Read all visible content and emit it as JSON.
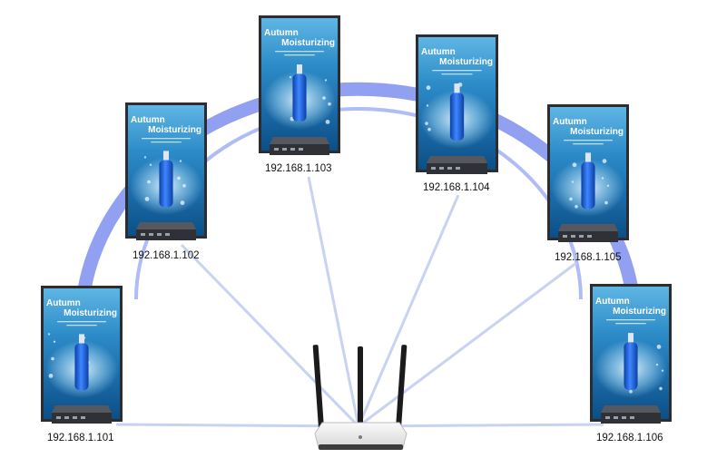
{
  "colors": {
    "arc": "#7f8ff0",
    "link": "#c9d2f2",
    "screen_top": "#1f79b8",
    "screen_mid": "#3f9fd3",
    "screen_bottom": "#0c4f86",
    "bezel": "#2b2d31",
    "box": "#3a3c42",
    "bottle": "#1e5fd6",
    "router_body": "#ececec",
    "router_base": "#3c3c3c"
  },
  "poster": {
    "title_line1": "Autumn",
    "title_line2": "Moisturizing"
  },
  "router": {
    "icon": "wifi-router-icon"
  },
  "devices": [
    {
      "ip": "192.168.1.101"
    },
    {
      "ip": "192.168.1.102"
    },
    {
      "ip": "192.168.1.103"
    },
    {
      "ip": "192.168.1.104"
    },
    {
      "ip": "192.168.1.105"
    },
    {
      "ip": "192.168.1.106"
    }
  ]
}
